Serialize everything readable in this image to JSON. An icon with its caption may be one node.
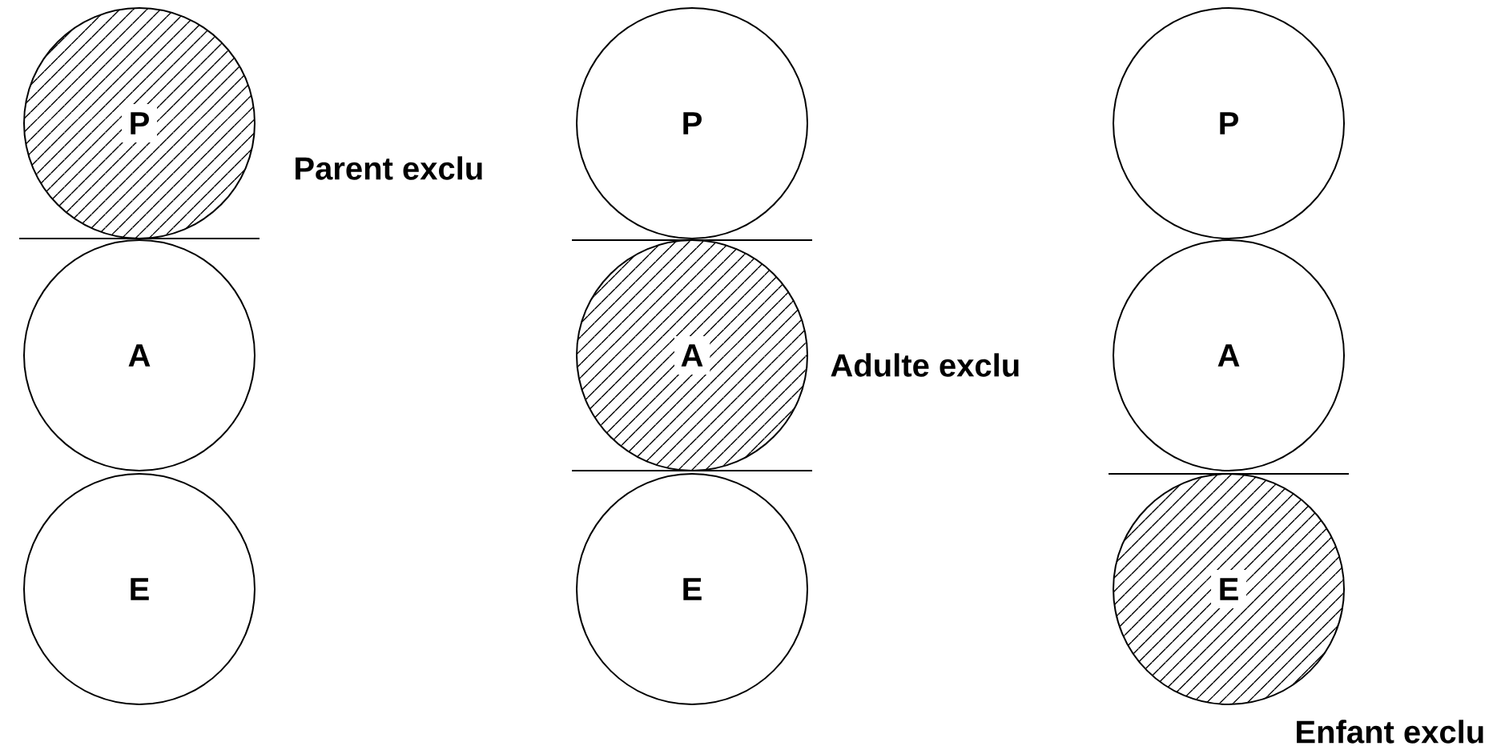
{
  "diagram": {
    "nodes": [
      {
        "text": [
          "P"
        ],
        "beside": [
          "Parent exclu"
        ]
      },
      {
        "text": [
          "A"
        ]
      },
      {
        "text": [
          "E"
        ]
      },
      {
        "text": [
          "P"
        ]
      },
      {
        "text": [
          "A"
        ],
        "beside": [
          "Adulte exclu"
        ]
      },
      {
        "text": [
          "E"
        ]
      },
      {
        "text": [
          "P"
        ]
      },
      {
        "text": [
          "A"
        ]
      },
      {
        "text": [
          "E"
        ],
        "beside": [
          "Enfant exclu"
        ]
      }
    ]
  }
}
